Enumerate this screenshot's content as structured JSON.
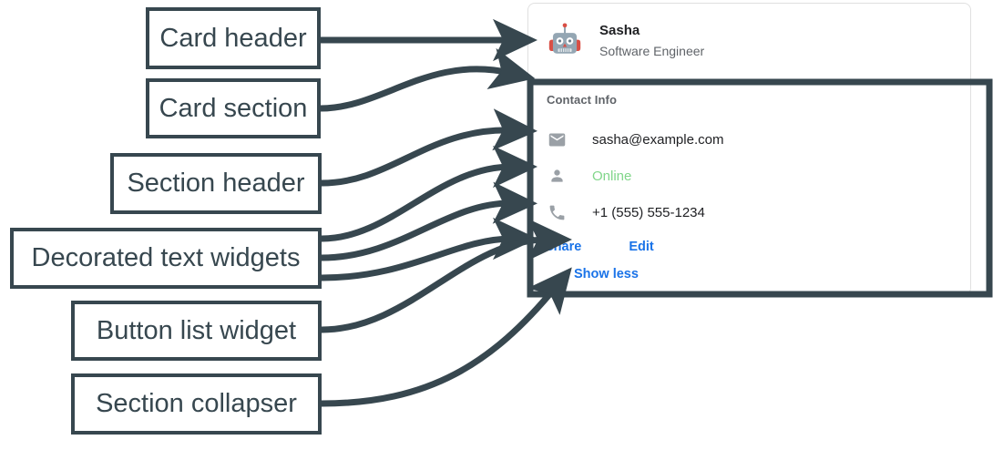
{
  "theme": {
    "annotation_color": "#37474f",
    "link_color": "#1a73e8",
    "status_online_color": "#81d68a",
    "muted_text_color": "#5f6368",
    "icon_color": "#9aa0a6",
    "card_border_color": "#e0e0e0"
  },
  "annotations": [
    {
      "id": "card-header",
      "label": "Card header"
    },
    {
      "id": "card-section",
      "label": "Card section"
    },
    {
      "id": "section-header",
      "label": "Section header"
    },
    {
      "id": "decorated-text",
      "label": "Decorated text widgets"
    },
    {
      "id": "button-list",
      "label": "Button list widget"
    },
    {
      "id": "section-collapser",
      "label": "Section collapser"
    }
  ],
  "card": {
    "header": {
      "avatar_icon": "robot-avatar-icon",
      "title": "Sasha",
      "subtitle": "Software Engineer"
    },
    "section": {
      "header": "Contact Info",
      "rows": [
        {
          "icon": "email-icon",
          "text": "sasha@example.com",
          "style": "default"
        },
        {
          "icon": "person-icon",
          "text": "Online",
          "style": "online"
        },
        {
          "icon": "phone-icon",
          "text": "+1 (555) 555-1234",
          "style": "default"
        }
      ],
      "buttons": [
        {
          "id": "share",
          "label": "Share"
        },
        {
          "id": "edit",
          "label": "Edit"
        }
      ],
      "collapser": {
        "id": "show-less",
        "label": "Show less"
      }
    }
  }
}
